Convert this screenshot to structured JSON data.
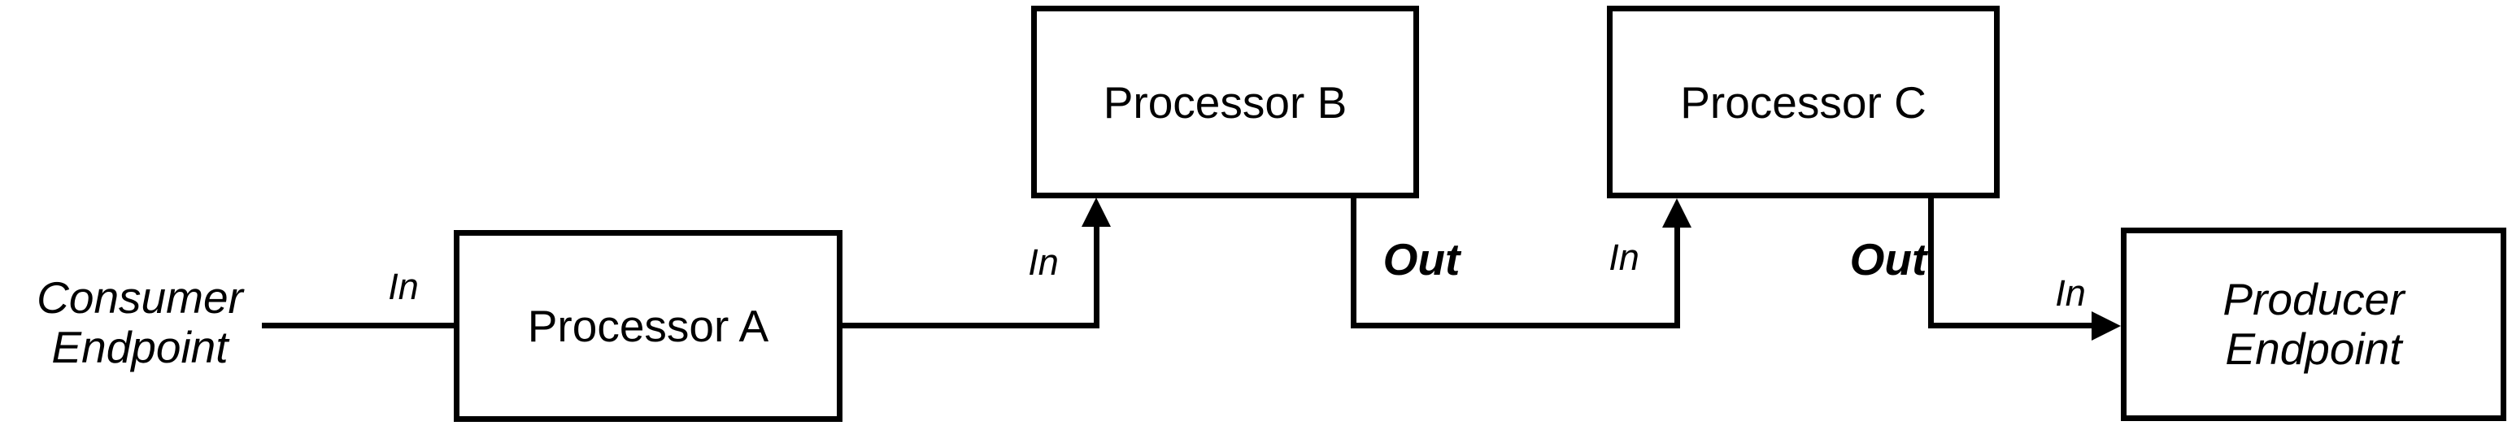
{
  "diagram_type": "message-flow-pipeline",
  "colors": {
    "background": "#ffffff",
    "stroke": "#000000",
    "box_fill": "#ffffff",
    "text": "#000000"
  },
  "nodes": {
    "consumer_endpoint": {
      "line1": "Consumer",
      "line2": "Endpoint",
      "shape": "text-only"
    },
    "processor_a": {
      "label": "Processor A",
      "shape": "box"
    },
    "processor_b": {
      "label": "Processor B",
      "shape": "box"
    },
    "processor_c": {
      "label": "Processor C",
      "shape": "box"
    },
    "producer_endpoint": {
      "line1": "Producer",
      "line2": "Endpoint",
      "shape": "box"
    }
  },
  "ports": {
    "a_in": "In",
    "b_in": "In",
    "b_out": "Out",
    "c_in": "In",
    "c_out": "Out",
    "producer_in": "In"
  },
  "edges": [
    {
      "from": "consumer_endpoint",
      "to": "processor_a",
      "label_at_target": "In",
      "arrow": "none"
    },
    {
      "from": "processor_a",
      "to": "processor_b",
      "label_at_target": "In",
      "arrow": "up-into-bottom"
    },
    {
      "from": "processor_b",
      "to": "processor_c",
      "label_at_source": "Out",
      "label_at_target": "In",
      "arrow": "up-into-bottom"
    },
    {
      "from": "processor_c",
      "to": "producer_endpoint",
      "label_at_source": "Out",
      "label_at_target": "In",
      "arrow": "right-into-left"
    }
  ]
}
